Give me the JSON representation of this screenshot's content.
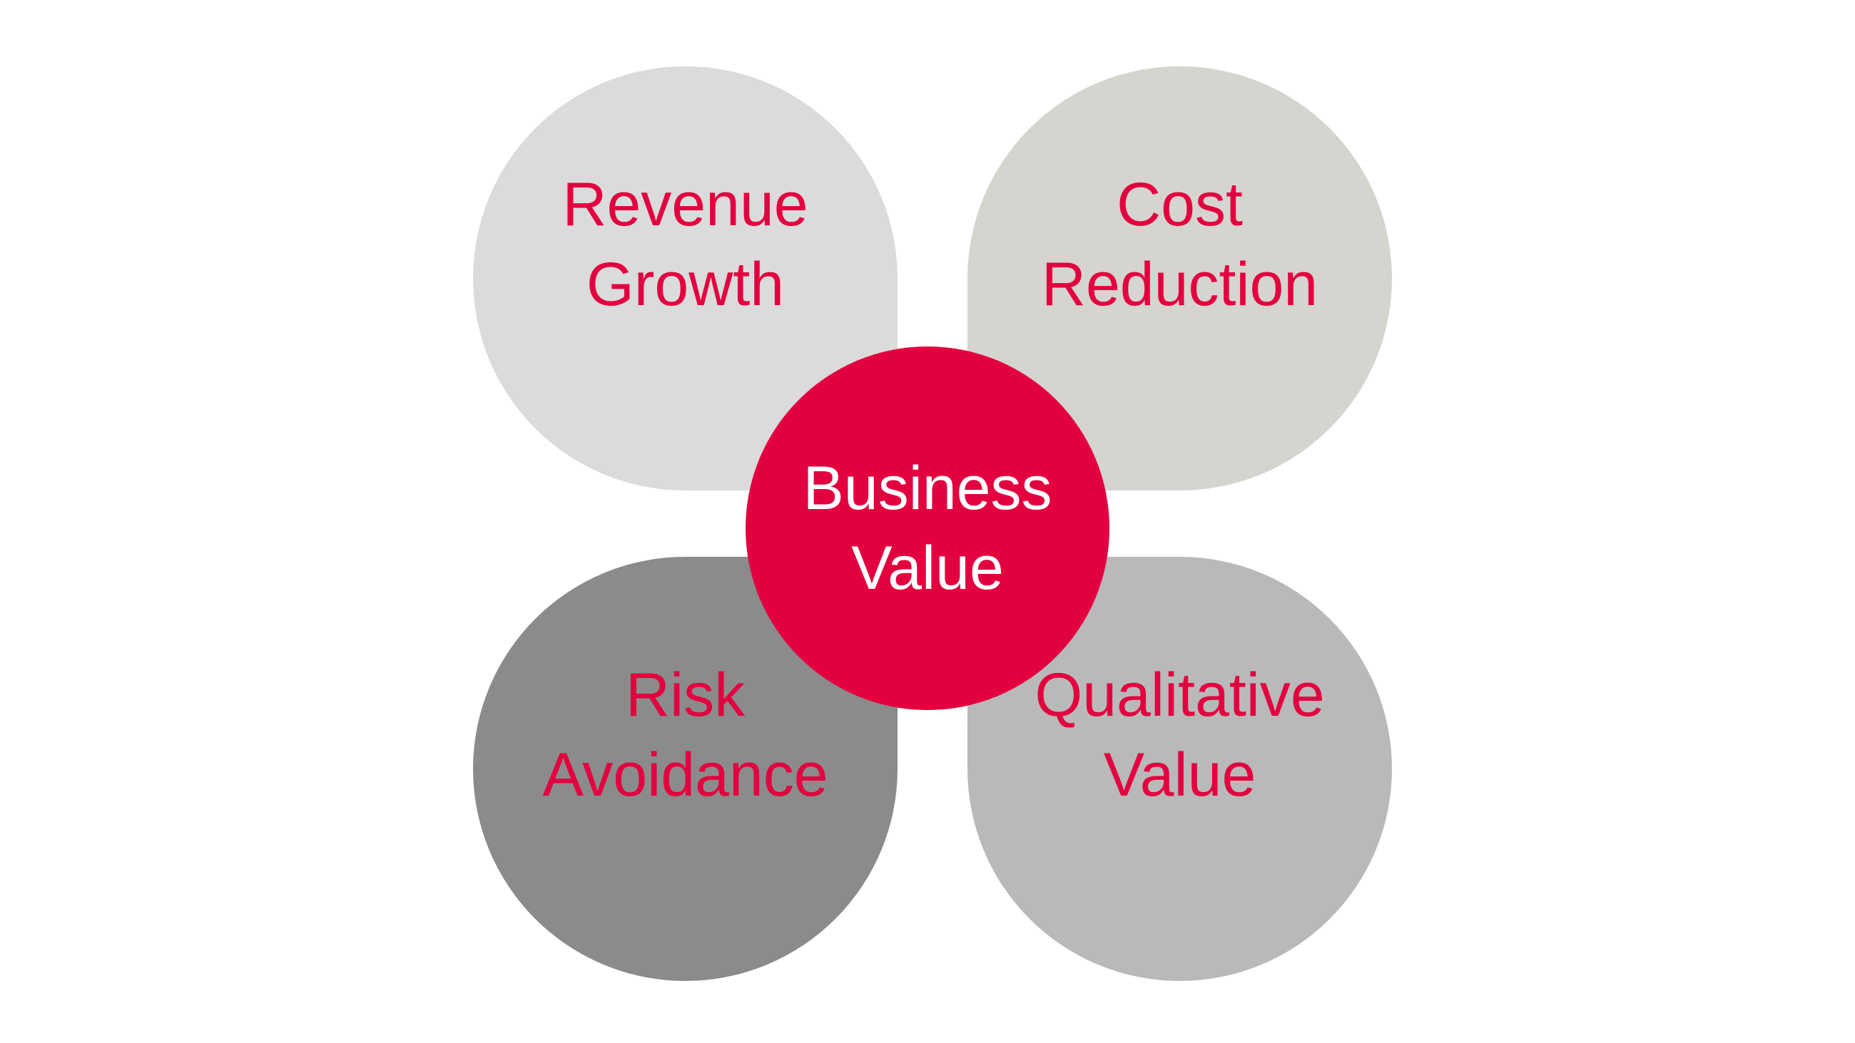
{
  "colors": {
    "background": "#ffffff",
    "accent": "#e3003f",
    "center_text": "#ffffff",
    "petal_revenue_growth": "#dbdbdb",
    "petal_cost_reduction": "#d5d4cf",
    "petal_risk_avoidance": "#8b8b8b",
    "petal_qualitative_value": "#b9b9b9"
  },
  "center": {
    "lines": [
      "Business",
      "Value"
    ]
  },
  "petals": [
    {
      "id": "revenue-growth",
      "lines": [
        "Revenue",
        "Growth"
      ]
    },
    {
      "id": "cost-reduction",
      "lines": [
        "Cost",
        "Reduction"
      ]
    },
    {
      "id": "risk-avoidance",
      "lines": [
        "Risk",
        "Avoidance"
      ]
    },
    {
      "id": "qualitative-value",
      "lines": [
        "Qualitative",
        "Value"
      ]
    }
  ]
}
